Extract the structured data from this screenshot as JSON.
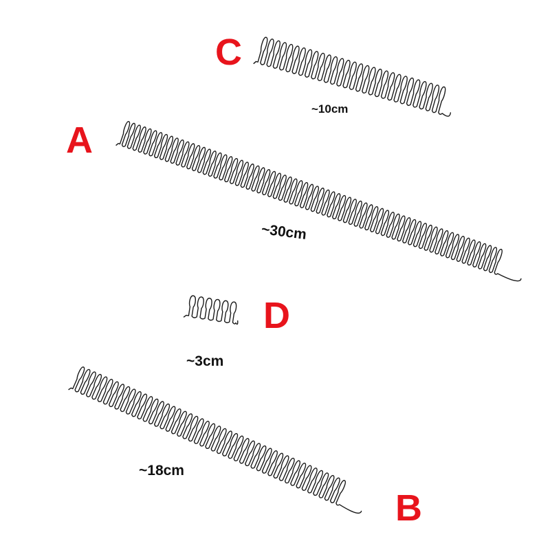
{
  "colors": {
    "label": "#e8141c",
    "comb": "#1a1a1a",
    "background": "#ffffff"
  },
  "combs": [
    {
      "id": "C",
      "letter": "C",
      "size": "~10cm",
      "icon": "comb-insert-icon"
    },
    {
      "id": "A",
      "letter": "A",
      "size": "~30cm",
      "icon": "comb-insert-icon"
    },
    {
      "id": "D",
      "letter": "D",
      "size": "~3cm",
      "icon": "comb-insert-icon"
    },
    {
      "id": "B",
      "letter": "B",
      "size": "~18cm",
      "icon": "comb-insert-icon"
    }
  ]
}
